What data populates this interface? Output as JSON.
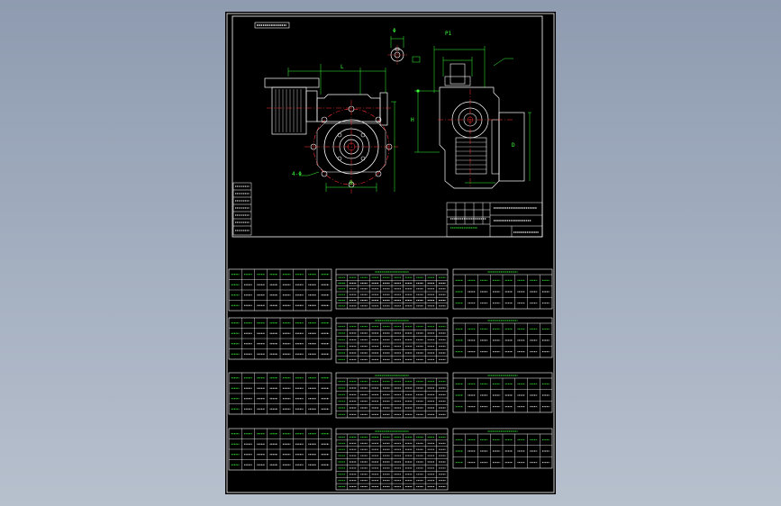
{
  "drawing": {
    "labels": {
      "dim_p1": "P1",
      "dim_phi": "Φ",
      "dim_4_phi": "4-Φ",
      "dim_b": "B",
      "dim_h": "H",
      "dim_l": "L",
      "dim_d": "D"
    }
  },
  "colors": {
    "background": "#000000",
    "line_white": "#ffffff",
    "line_green": "#39ff39",
    "line_cyan": "#00ffff",
    "line_red": "#ff3030",
    "line_magenta": "#ff40ff"
  }
}
